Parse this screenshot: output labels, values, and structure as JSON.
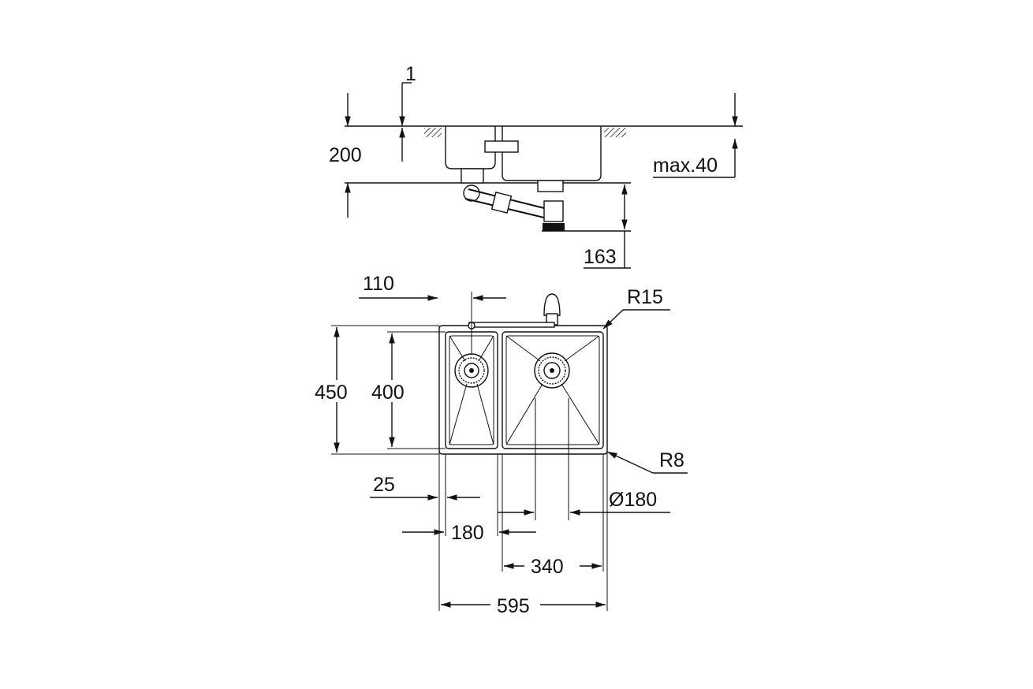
{
  "dimensions": {
    "thickness": "1",
    "height_total": "200",
    "worktop_max": "max.40",
    "drain_depth": "163",
    "offset_110": "110",
    "radius_outer": "R15",
    "depth_outer": "450",
    "depth_inner": "400",
    "radius_inner": "R8",
    "offset_25": "25",
    "drain_diameter": "Ø180",
    "small_bowl_width": "180",
    "large_bowl_width": "340",
    "total_width": "595"
  }
}
